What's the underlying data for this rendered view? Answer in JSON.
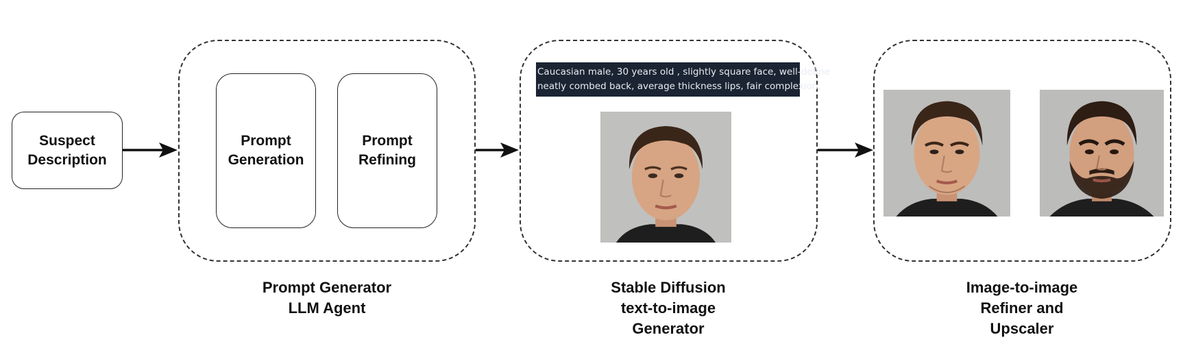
{
  "nodes": {
    "suspect": "Suspect\nDescription",
    "prompt_generation": "Prompt\nGeneration",
    "prompt_refining": "Prompt\nRefining"
  },
  "prompt_preview": {
    "line1": "Caucasian male, 30 years old , slightly square face, well-define",
    "line2": "neatly combed back,  average thickness lips, fair complexion,"
  },
  "captions": {
    "llm_agent": "Prompt Generator\nLLM Agent",
    "stable_diffusion": "Stable Diffusion\ntext-to-image\nGenerator",
    "refiner": "Image-to-image\nRefiner and\nUpscaler"
  },
  "images": {
    "generated_face": "face-photo-generated",
    "refined_face": "face-photo-refined",
    "upscaled_face": "face-photo-upscaled-bearded"
  },
  "colors": {
    "stroke": "#222222",
    "prompt_bg": "#1b2432",
    "photo_bg": "#b9b9b7",
    "skin": "#d7a583",
    "hair": "#3a2619"
  }
}
